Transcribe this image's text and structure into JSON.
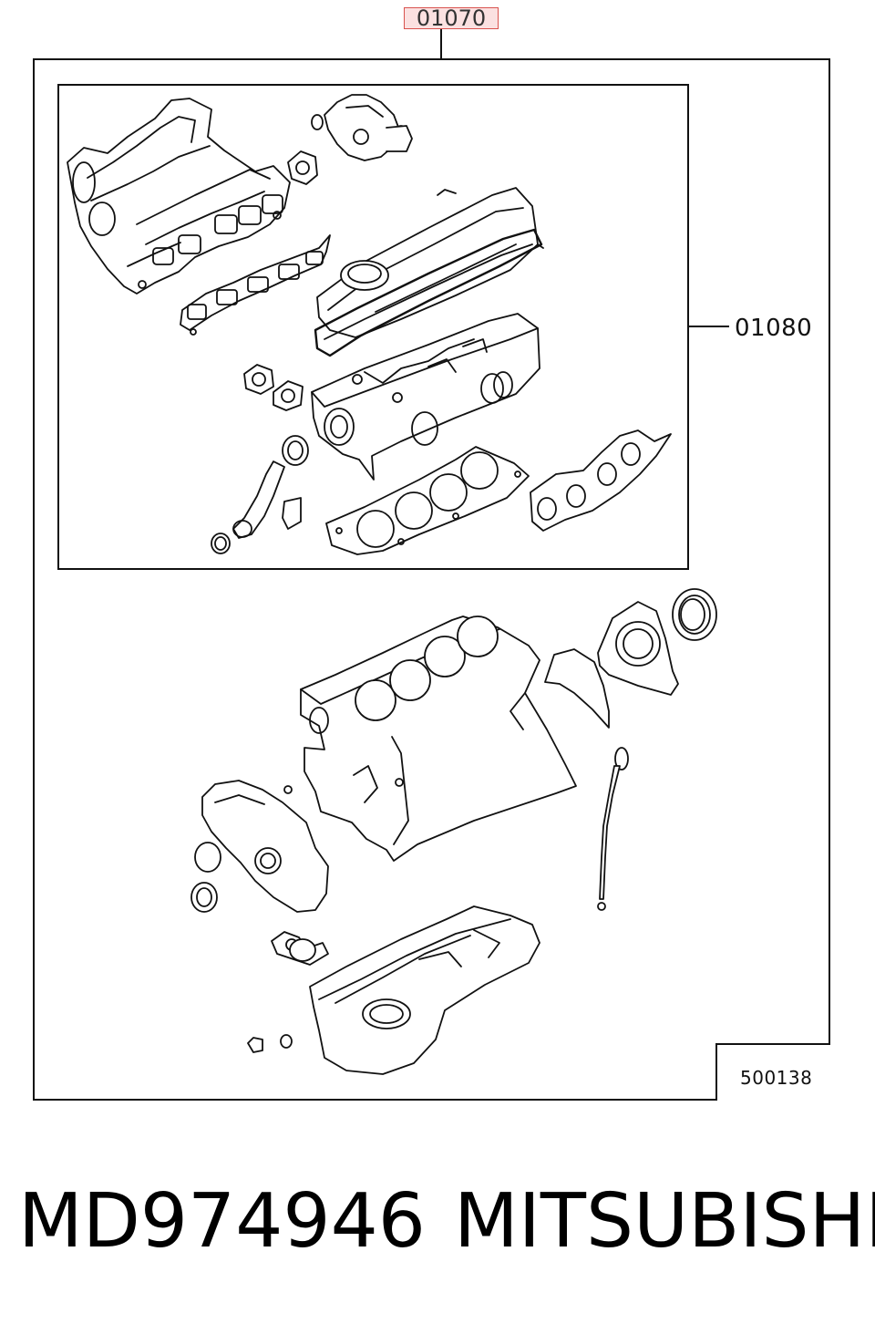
{
  "diagram": {
    "assembly_ref": "01070",
    "subassembly_ref": "01080",
    "figure_number": "500138",
    "accent_color": "#d9534f"
  },
  "footer": {
    "part_number": "MD974946",
    "brand": "MITSUBISHI"
  },
  "parts": [
    "intake-manifold",
    "thermostat-housing",
    "rocker-cover",
    "cylinder-head",
    "head-gasket",
    "exhaust-manifold-gasket",
    "water-pipe",
    "cylinder-block",
    "rear-oil-seal-case",
    "rear-oil-seal",
    "timing-cover",
    "oil-pump-case",
    "oil-pan",
    "oil-level-gauge",
    "oil-strainer"
  ]
}
